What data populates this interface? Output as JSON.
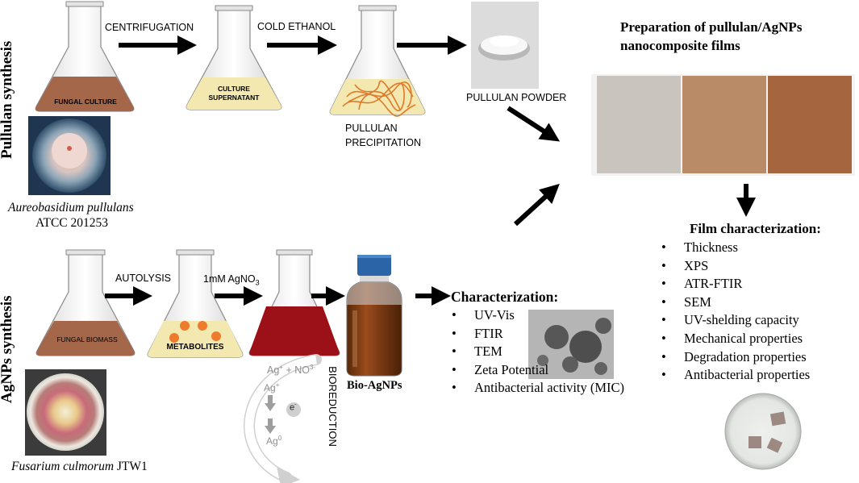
{
  "pullulan_section": {
    "side_label": "Pullulan synthesis",
    "flask1_label": "FUNGAL CULTURE",
    "step1": "CENTRIFUGATION",
    "flask2_label_line1": "CULTURE",
    "flask2_label_line2": "SUPERNATANT",
    "step2": "COLD ETHANOL",
    "flask3_caption_line1": "PULLULAN",
    "flask3_caption_line2": "PRECIPITATION",
    "powder_label": "PULLULAN POWDER",
    "organism_species": "Aureobasidium pullulans",
    "organism_strain": "ATCC 201253"
  },
  "agnps_section": {
    "side_label": "AgNPs synthesis",
    "flask1_label": "FUNGAL BIOMASS",
    "step1": "AUTOLYSIS",
    "flask2_label": "METABOLITES",
    "step2_main": "1mM AgNO",
    "step2_sub": "3",
    "bioreduction_label": "BIOREDUCTION",
    "reaction_line1_a": "Ag",
    "reaction_line1_b": "+",
    "reaction_line1_c": " + NO",
    "reaction_line1_d": "3-",
    "reaction_ag_plus": "Ag",
    "reaction_ag_plus_sup": "+",
    "electron": "e",
    "electron_sup": "-",
    "reaction_ag_zero": "Ag",
    "reaction_ag_zero_sup": "0",
    "bottle_label": "Bio-AgNPs",
    "organism_species": "Fusarium culmorum",
    "organism_strain": "JTW1"
  },
  "characterization": {
    "title": "Characterization:",
    "items": [
      "UV-Vis",
      "FTIR",
      "TEM",
      "Zeta Potential",
      "Antibacterial activity (MIC)"
    ]
  },
  "films": {
    "title_line1": "Preparation of pullulan/AgNPs",
    "title_line2": "nanocomposite films",
    "colors": [
      "#c9c4bd",
      "#b98b66",
      "#a4653f"
    ]
  },
  "film_characterization": {
    "title": "Film characterization:",
    "items": [
      "Thickness",
      "XPS",
      "ATR-FTIR",
      "SEM",
      "UV-shelding capacity",
      "Mechanical properties",
      "Degradation properties",
      "Antibacterial properties"
    ]
  },
  "colors": {
    "culture_brown": "#a4674a",
    "supernatant_yellow": "#f3e9b0",
    "pullulan_fiber": "#e07a2a",
    "metabolite_orange": "#ee7a2c",
    "agnps_red": "#9b1117",
    "bottle_amber": "#7a3a14",
    "bottle_cap": "#2c64a8"
  }
}
